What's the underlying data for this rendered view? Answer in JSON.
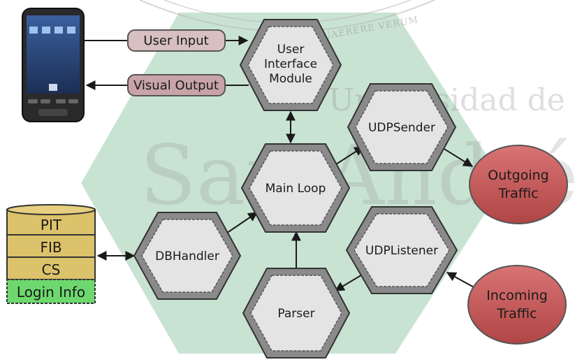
{
  "watermark": {
    "motto": "QUAERERE VERUM",
    "line1": "Universidad de",
    "line2": "San Andrés"
  },
  "external": {
    "user_input": "User Input",
    "visual_output": "Visual Output"
  },
  "modules": {
    "ui": [
      "User",
      "Interface",
      "Module"
    ],
    "udp_sender": "UDPSender",
    "main_loop": "Main Loop",
    "db_handler": "DBHandler",
    "udp_listener": "UDPListener",
    "parser": "Parser"
  },
  "traffic": {
    "outgoing": [
      "Outgoing",
      "Traffic"
    ],
    "incoming": [
      "Incoming",
      "Traffic"
    ]
  },
  "database": {
    "tables": [
      "PIT",
      "FIB",
      "CS",
      "Login Info"
    ]
  },
  "colors": {
    "hex_background": "#c9e3d3",
    "module_fill": "#e4e4e4",
    "module_ring": "#8a8a8a",
    "pill_fill": "#d8bfc0",
    "traffic_fill": "#c85a5a",
    "db_fill": "#dcc26a",
    "login_fill": "#6ed86e"
  }
}
